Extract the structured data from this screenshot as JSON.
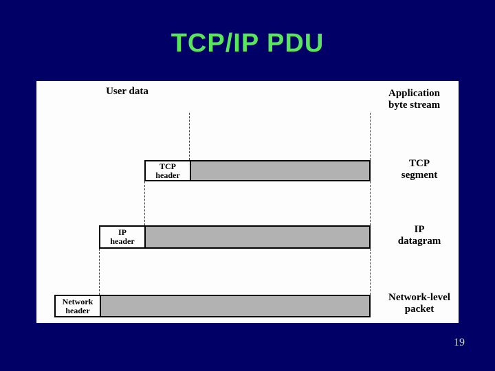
{
  "slide": {
    "title": "TCP/IP PDU",
    "page_number": "19",
    "colors": {
      "background": "#000066",
      "title_text": "#58E65B",
      "panel_background": "#FDFDFD",
      "bar_fill": "#B2B2B2",
      "box_border": "#000000",
      "page_number_text": "#C9D8C9"
    }
  },
  "diagram": {
    "rows": [
      {
        "name": "application",
        "box": {
          "label": "User data"
        },
        "side": [
          "Application",
          "byte stream"
        ]
      },
      {
        "name": "tcp-segment",
        "header": [
          "TCP",
          "header"
        ],
        "side": [
          "TCP",
          "segment"
        ]
      },
      {
        "name": "ip-datagram",
        "header": [
          "IP",
          "header"
        ],
        "side": [
          "IP",
          "datagram"
        ]
      },
      {
        "name": "network-packet",
        "header": [
          "Network",
          "header"
        ],
        "side": [
          "Network-level",
          "packet"
        ]
      }
    ]
  }
}
